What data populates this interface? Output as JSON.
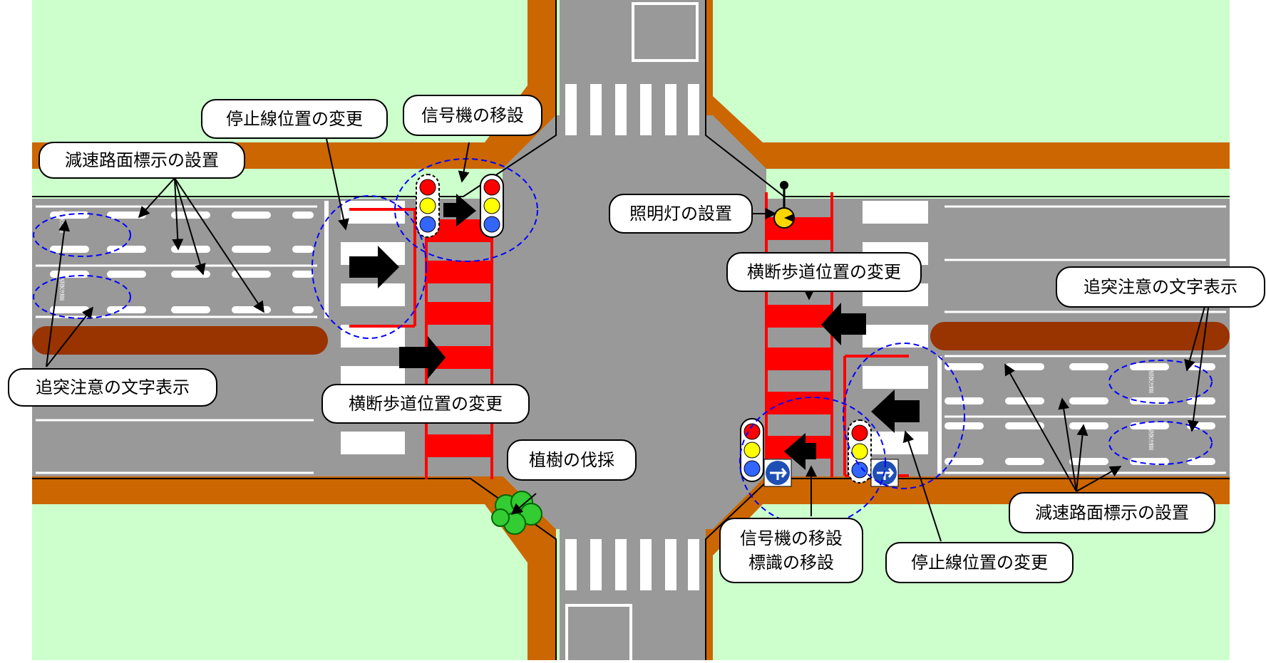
{
  "diagram": {
    "labels": {
      "stop_line_left": "停止線位置の変更",
      "signal_relocation_top": "信号機の移設",
      "speed_marking_left": "減速路面標示の設置",
      "rear_end_text_left": "追突注意の文字表示",
      "crosswalk_left": "横断歩道位置の変更",
      "tree_felling": "植樹の伐採",
      "lighting": "照明灯の設置",
      "crosswalk_right": "横断歩道位置の変更",
      "rear_end_text_right": "追突注意の文字表示",
      "speed_marking_right": "減速路面標示の設置",
      "signal_relocation_bottom_line1": "信号機の移設",
      "signal_relocation_bottom_line2": "標識の移設",
      "stop_line_right": "停止線位置の変更"
    },
    "road_marking_text": "追突注意",
    "colors": {
      "grass": "#ccffcc",
      "sidewalk": "#cc6600",
      "median": "#993300",
      "road": "#999999",
      "crosswalk_new": "#ff0000",
      "highlight_ellipse": "#0000ff",
      "signal_red": "#ff0000",
      "signal_yellow": "#ffff00",
      "signal_blue": "#3366ff"
    },
    "icons": [
      "traffic-signal-icon",
      "direction-arrow-icon",
      "road-sign-icon",
      "street-light-icon",
      "tree-icon"
    ]
  }
}
